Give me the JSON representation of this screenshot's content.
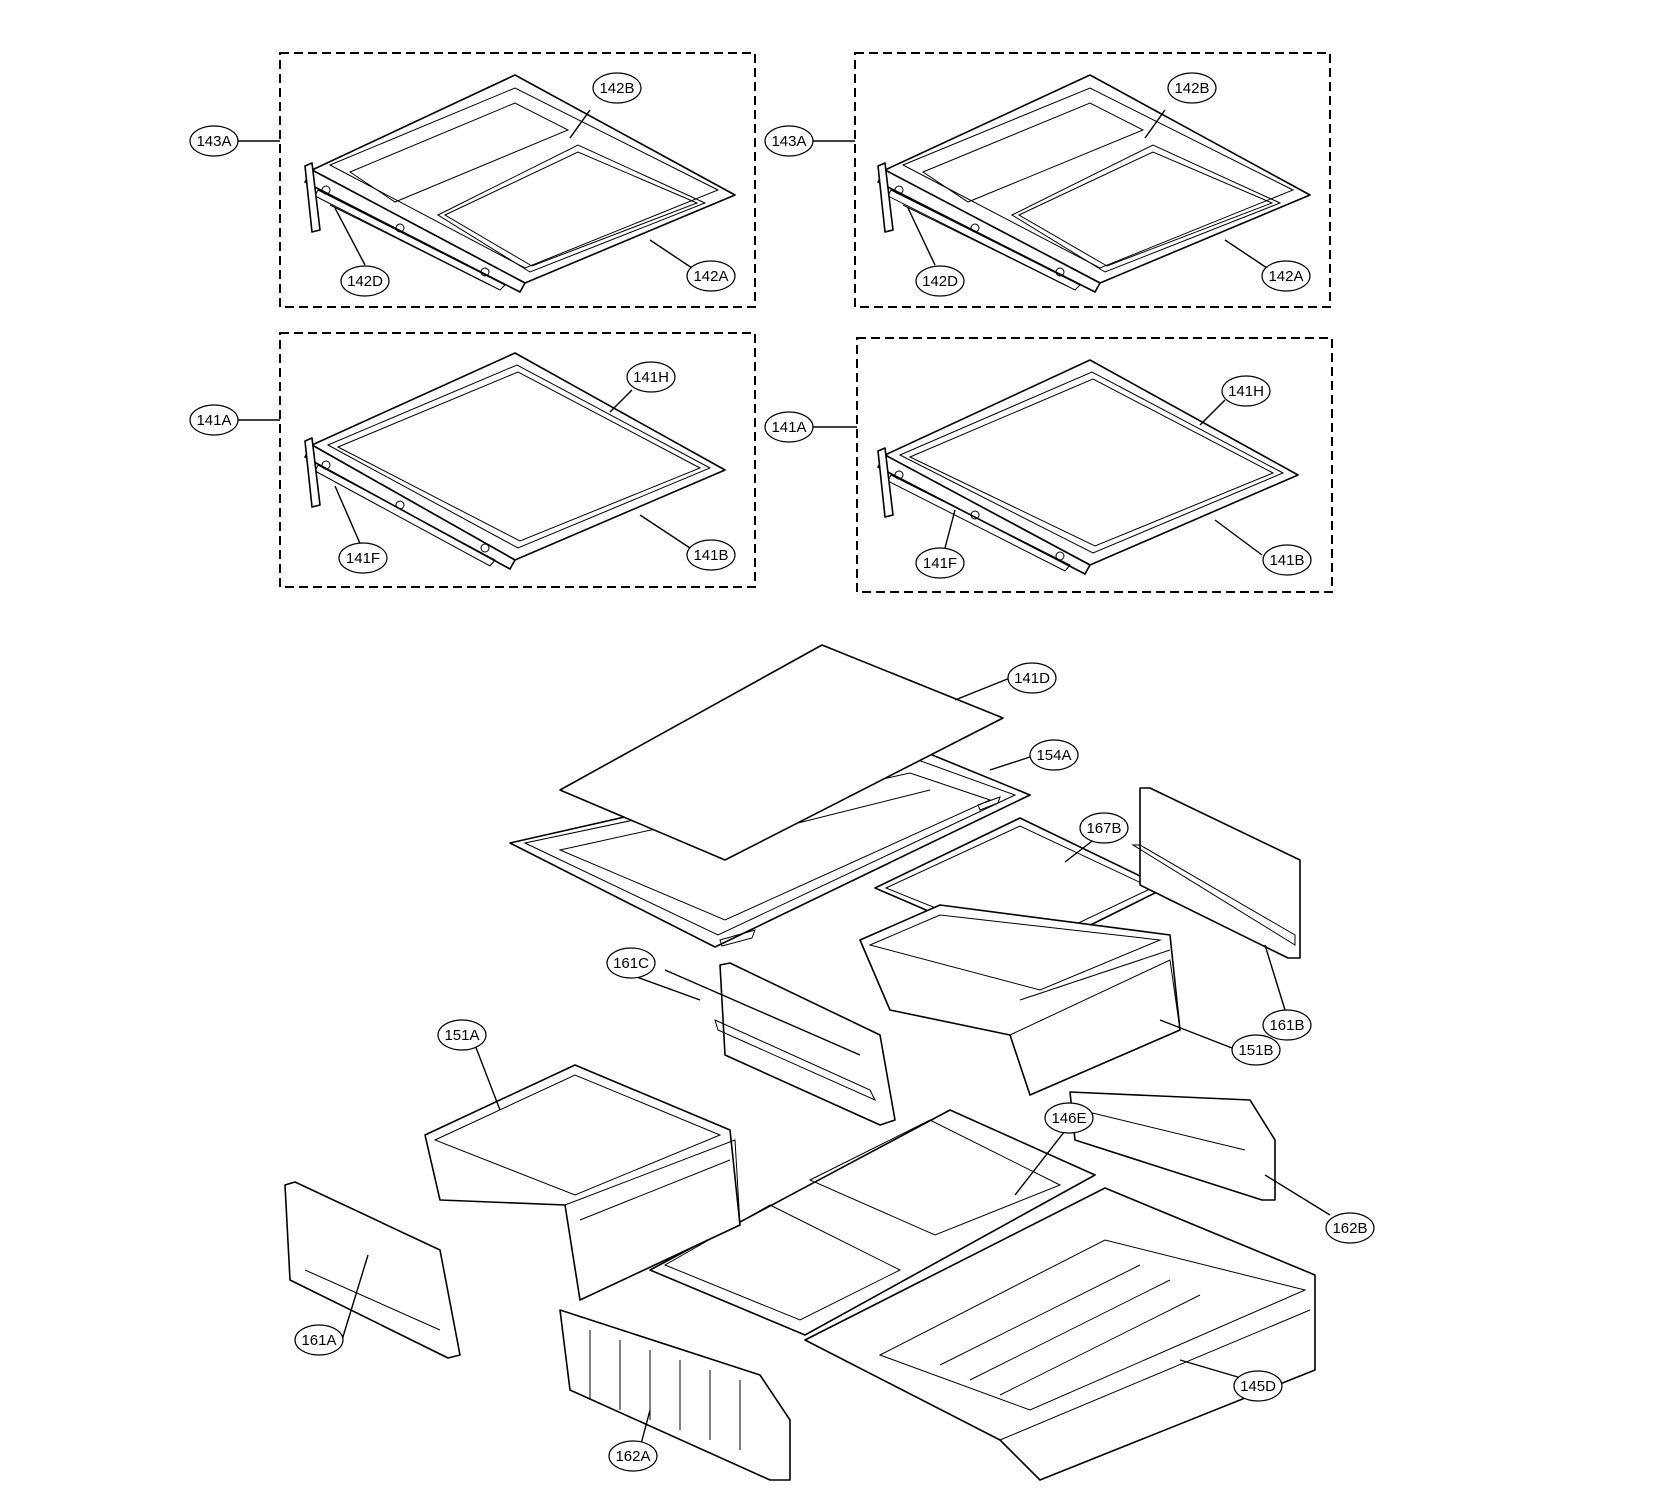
{
  "callouts": {
    "tl_143A": "143A",
    "tl_142B": "142B",
    "tl_142D": "142D",
    "tl_142A": "142A",
    "tr_143A": "143A",
    "tr_142B": "142B",
    "tr_142D": "142D",
    "tr_142A": "142A",
    "ml_141A": "141A",
    "ml_141H": "141H",
    "ml_141F": "141F",
    "ml_141B": "141B",
    "mr_141A": "141A",
    "mr_141H": "141H",
    "mr_141F": "141F",
    "mr_141B": "141B",
    "b_141D": "141D",
    "b_154A": "154A",
    "b_167B": "167B",
    "b_161C": "161C",
    "b_161B": "161B",
    "b_151A": "151A",
    "b_151B": "151B",
    "b_146E": "146E",
    "b_162B": "162B",
    "b_161A": "161A",
    "b_145D": "145D",
    "b_162A": "162A"
  }
}
